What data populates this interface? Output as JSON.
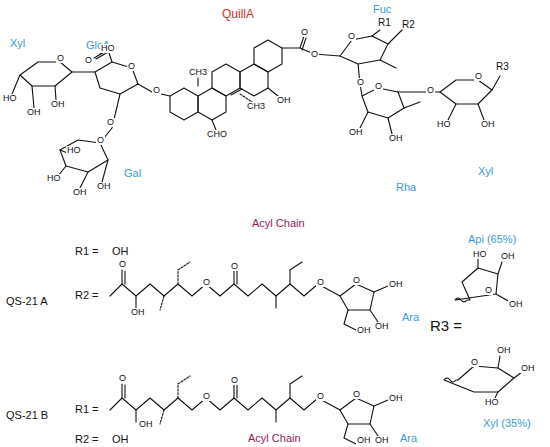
{
  "diagram": {
    "labels": [
      "QuillA",
      "Fuc",
      "Xyl",
      "GlcA",
      "Gal",
      "Rha",
      "Xyl",
      "R2",
      "R1",
      "R3",
      "Acyl Chain",
      "QS-21 A",
      "R1 =",
      "OH",
      "R2 =",
      "Ara",
      "Api (65%)",
      "R3 =",
      "Xyl (35%)",
      "QS-21 B",
      "R1 =",
      "R2 =",
      "OH",
      "Ara",
      "Acyl Chain",
      "HO",
      "OH",
      "OH",
      "O",
      "HO",
      "O",
      "O",
      "O",
      "O",
      "O",
      "HO",
      "HO",
      "OH",
      "OH",
      "CHO",
      "CH3",
      "CH3",
      "OH",
      "O",
      "O",
      "O",
      "O",
      "O",
      "OH",
      "OH",
      "O",
      "O",
      "HO",
      "OH",
      "O",
      "OH",
      "O",
      "O",
      "O",
      "O",
      "OH",
      "OH",
      "OH",
      "HO",
      "OH",
      "O",
      "OH",
      "O",
      "OH",
      "OH",
      "HO",
      "O",
      "OH",
      "O",
      "O",
      "O",
      "O",
      "OH",
      "OH",
      "OH"
    ]
  }
}
